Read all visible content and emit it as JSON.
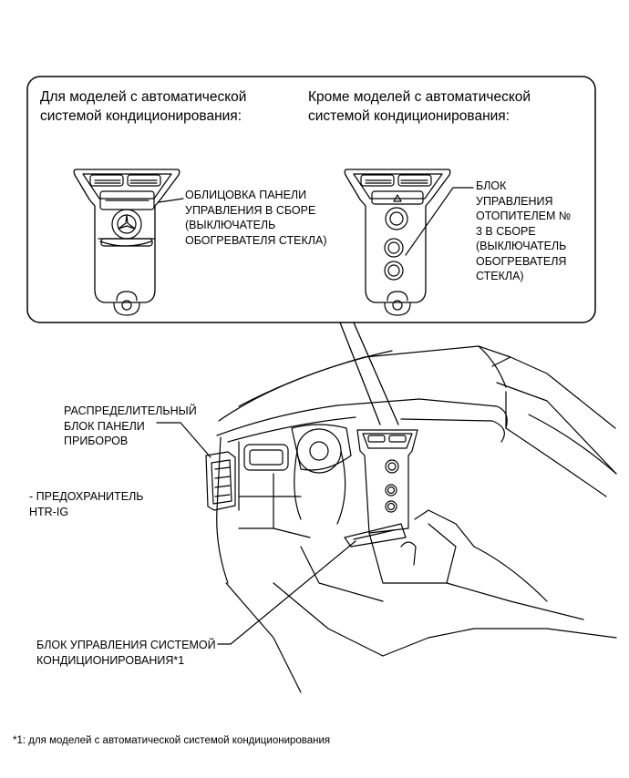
{
  "inset": {
    "left_header": "Для моделей с автоматической\nсистемой кондиционирования:",
    "right_header": "Кроме моделей с автоматической\nсистемой кондиционирования:",
    "left_part_label": "ОБЛИЦОВКА ПАНЕЛИ\nУПРАВЛЕНИЯ В СБОРЕ\n(ВЫКЛЮЧАТЕЛЬ\nОБОГРЕВАТЕЛЯ СТЕКЛА)",
    "right_part_label": "БЛОК\nУПРАВЛЕНИЯ\nОТОПИТЕЛЕМ №\n3 В СБОРЕ\n(ВЫКЛЮЧАТЕЛЬ\nОБОГРЕВАТЕЛЯ\nСТЕКЛА)"
  },
  "callouts": {
    "junction_block": "РАСПРЕДЕЛИТЕЛЬНЫЙ\nБЛОК ПАНЕЛИ\nПРИБОРОВ",
    "fuse": "- ПРЕДОХРАНИТЕЛЬ\nHTR-IG",
    "ac_amplifier": "БЛОК УПРАВЛЕНИЯ СИСТЕМОЙ\nКОНДИЦИОНИРОВАНИЯ*1"
  },
  "footnote": "*1: для моделей с автоматической системой кондиционирования"
}
